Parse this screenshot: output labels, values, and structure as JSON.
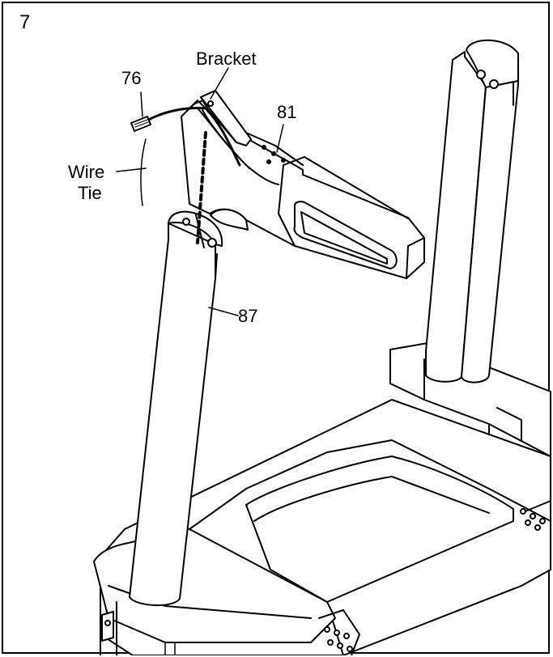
{
  "step": {
    "number": "7"
  },
  "callouts": {
    "bracket": "Bracket",
    "part_76": "76",
    "part_81": "81",
    "part_87": "87",
    "wire": "Wire",
    "tie": "Tie"
  },
  "colors": {
    "ink": "#000000",
    "paper": "#ffffff"
  }
}
